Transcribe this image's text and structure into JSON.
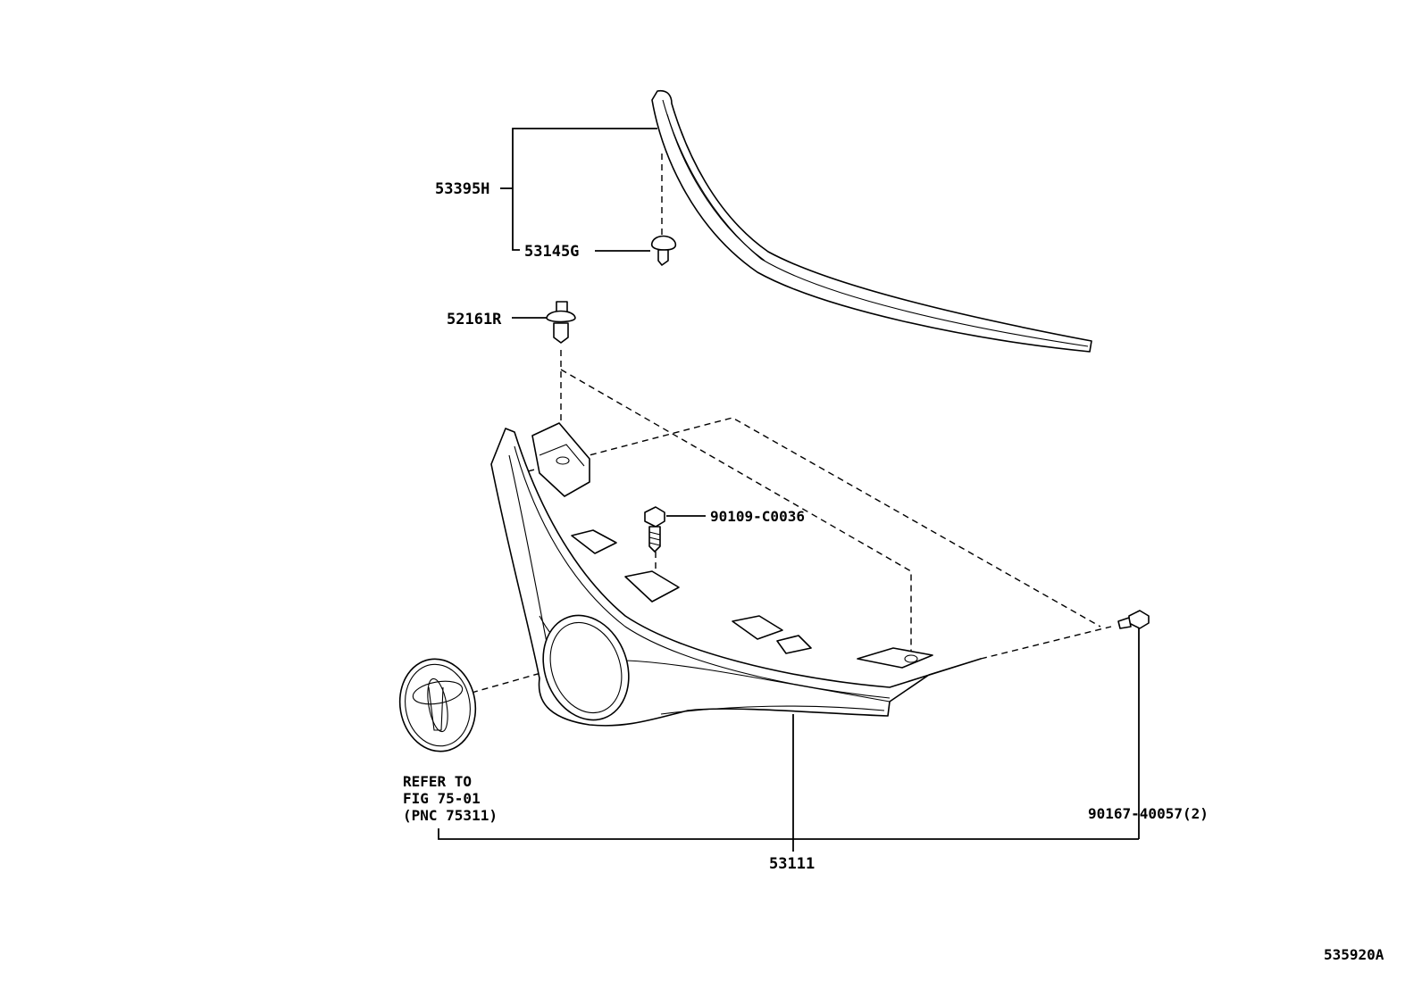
{
  "labels": {
    "p53395H": "53395H",
    "p53145G": "53145G",
    "p52161R": "52161R",
    "p90109": "90109-C0036",
    "refer1": "REFER TO",
    "refer2": "FIG 75-01",
    "refer3": "(PNC 75311)",
    "p90167": "90167-40057(2)",
    "p53111": "53111",
    "figure_id": "535920A"
  }
}
